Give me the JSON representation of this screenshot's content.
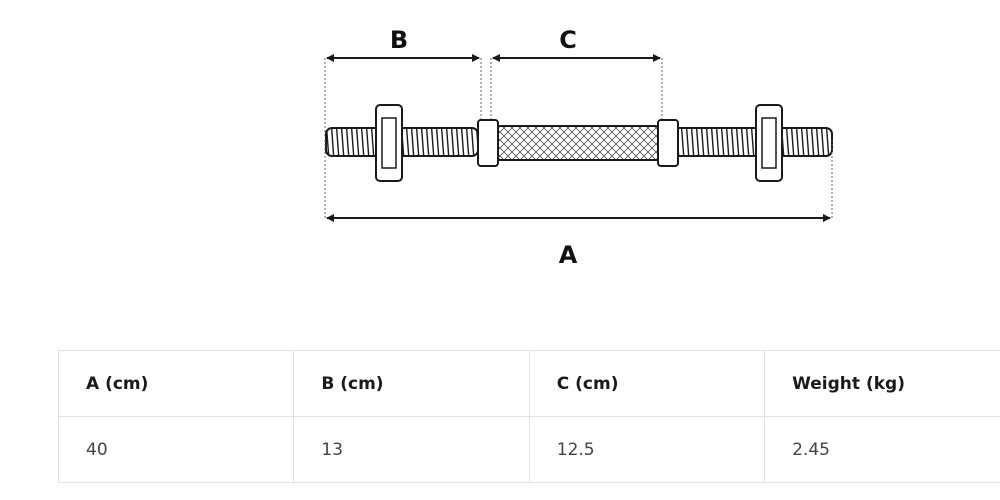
{
  "diagram": {
    "labels": {
      "a": "A",
      "b": "B",
      "c": "C"
    },
    "colors": {
      "outline": "#1a1a1a",
      "fill": "#ffffff",
      "table_border": "#e2e2e2"
    }
  },
  "table": {
    "headers": [
      "A (cm)",
      "B (cm)",
      "C (cm)",
      "Weight (kg)"
    ],
    "rows": [
      [
        "40",
        "13",
        "12.5",
        "2.45"
      ]
    ]
  }
}
